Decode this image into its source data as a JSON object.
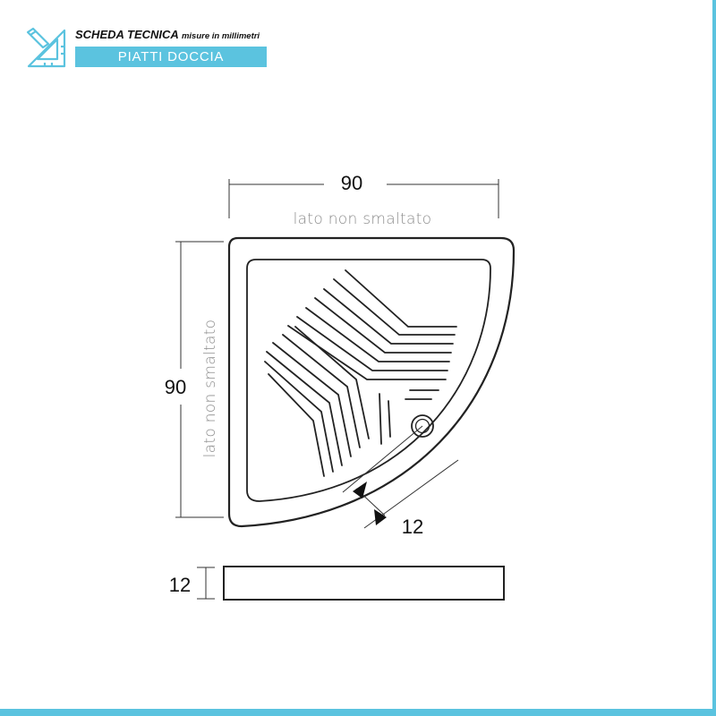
{
  "header": {
    "title": "SCHEDA TECNICA",
    "subtitle": "misure in millimetri",
    "banner": "PIATTI DOCCIA"
  },
  "diagram": {
    "width_label": "90",
    "depth_label": "90",
    "top_side_note": "lato non smaltato",
    "left_side_note": "lato non smaltato",
    "rim_label": "12",
    "height_label": "12"
  },
  "colors": {
    "accent": "#5bc3df",
    "line": "#222222",
    "note": "#8c8c8c"
  },
  "icons": {
    "logo": "ruler-pencil-icon"
  }
}
